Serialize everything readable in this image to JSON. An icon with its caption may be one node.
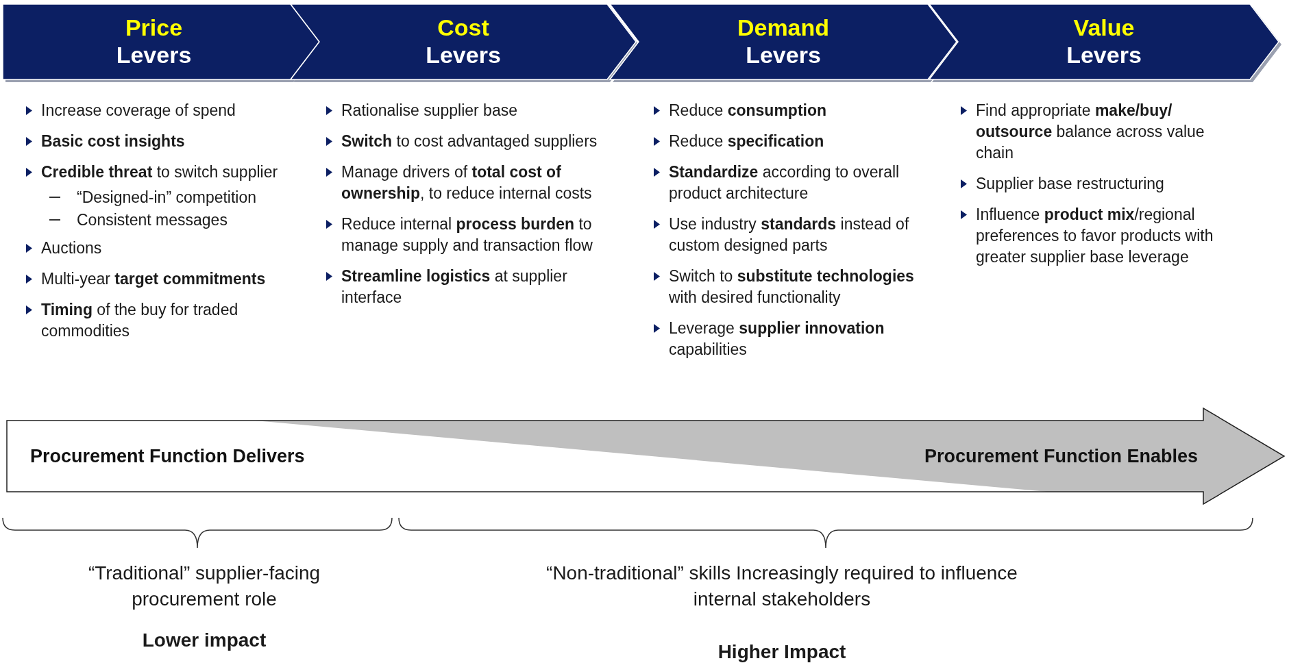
{
  "diagram": {
    "nodes": [
      {
        "text": [
          "Price",
          "Levers"
        ]
      },
      {
        "text": [
          "Cost",
          "Levers"
        ]
      },
      {
        "text": [
          "Demand",
          "Levers"
        ]
      },
      {
        "text": [
          "Value",
          "Levers"
        ]
      },
      {
        "text": [
          "Procurement Function Delivers",
          "Procurement Function Enables"
        ]
      }
    ],
    "labels": [
      "Increase coverage of spend",
      "**Basic cost insights**",
      "**Credible threat** to switch supplier",
      "“Designed-in” competition",
      "Consistent messages",
      "Auctions",
      "Multi-year **target commitments**",
      "**Timing** of the buy for traded commodities",
      "Rationalise supplier base",
      "**Switch** to cost advantaged suppliers",
      "Manage drivers of **total cost of ownership**, to reduce internal costs",
      "Reduce internal **process burden** to manage supply and transaction flow",
      "**Streamline logistics** at supplier interface",
      "Reduce **consumption**",
      "Reduce **specification**",
      "**Standardize** according to overall product architecture",
      "Use industry **standards** instead of custom designed parts",
      "Switch to **substitute technologies** with desired functionality",
      "Leverage **supplier innovation** capabilities",
      "Find appropriate **make/buy/ outsource** balance across value chain",
      "Supplier base restructuring",
      "Influence **product mix**/regional preferences to favor products with greater supplier base leverage",
      "“Traditional” supplier-facing procurement role",
      "Lower impact",
      "“Non-traditional” skills Increasingly required to influence internal stakeholders",
      "Higher Impact"
    ]
  }
}
